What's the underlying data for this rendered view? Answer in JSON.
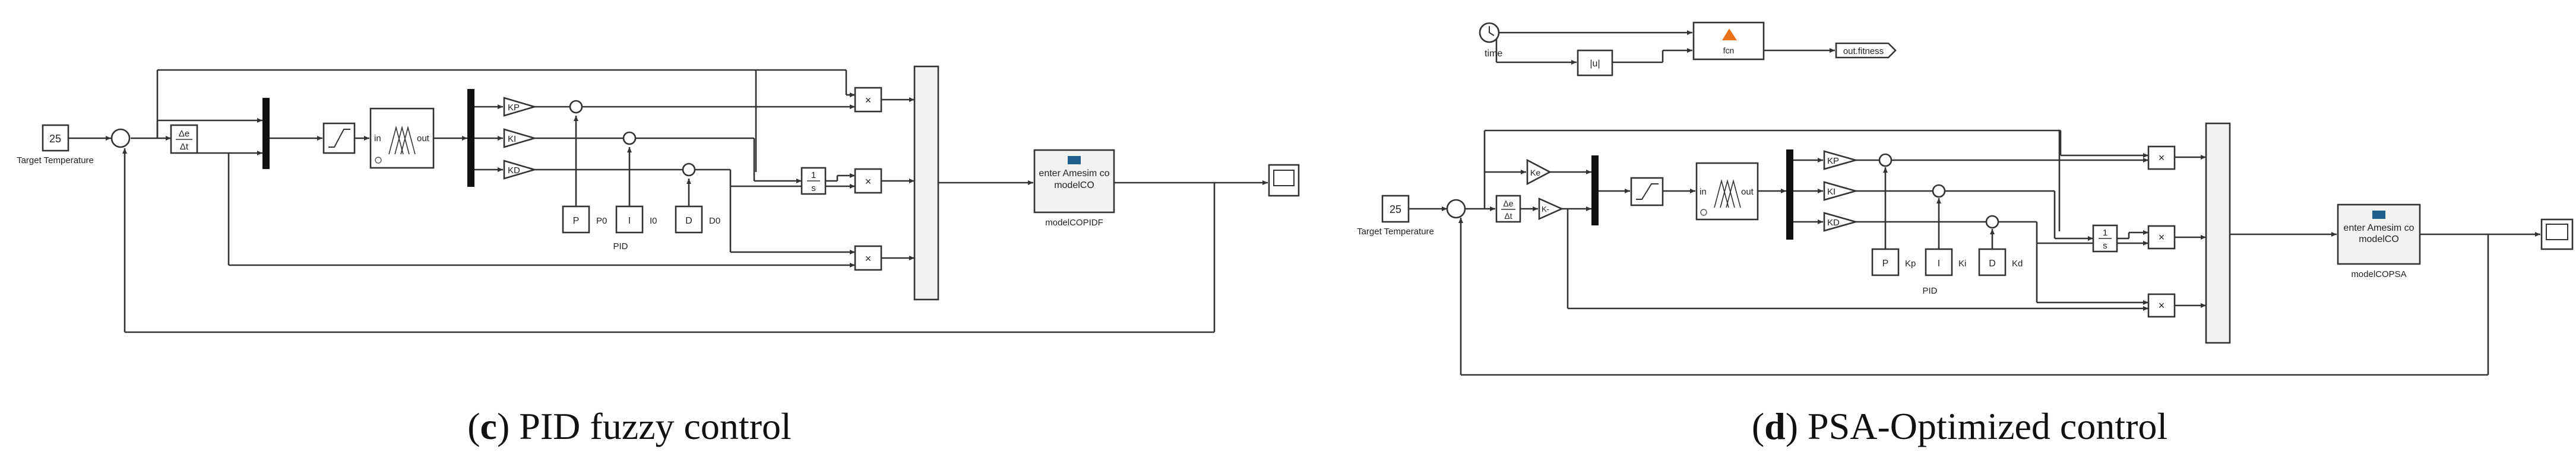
{
  "panel_c": {
    "caption_letter": "c",
    "caption_rest": " PID fuzzy control",
    "target_value": "25",
    "target_label": "Target Temperature",
    "deriv_top": "Δe",
    "deriv_bottom": "Δt",
    "fis_in": "in",
    "fis_out": "out",
    "gain_kp": "KP",
    "gain_ki": "KI",
    "gain_kd": "KD",
    "const_p": "P",
    "const_i": "I",
    "const_d": "D",
    "const_p0": "P0",
    "const_i0": "I0",
    "const_d0": "D0",
    "pid_label": "PID",
    "int_top": "1",
    "int_bottom": "s",
    "mult": "×",
    "amesim_line1": "enter Amesim co",
    "amesim_line2": "modelCO",
    "amesim_name": "modelCOPIDF"
  },
  "panel_d": {
    "caption_letter": "d",
    "caption_rest": " PSA-Optimized control",
    "clock_label": "time",
    "abs_label": "|u|",
    "fcn_label": "fcn",
    "fitness_label": "out.fitness",
    "target_value": "25",
    "target_label": "Target Temperature",
    "deriv_top": "Δe",
    "deriv_bottom": "Δt",
    "gain_ke": "Ke",
    "gain_k": "K-",
    "fis_in": "in",
    "fis_out": "out",
    "gain_kp": "KP",
    "gain_ki": "KI",
    "gain_kd": "KD",
    "const_p": "P",
    "const_i": "I",
    "const_d": "D",
    "const_kp": "Kp",
    "const_ki": "Ki",
    "const_kd": "Kd",
    "pid_label": "PID",
    "int_top": "1",
    "int_bottom": "s",
    "mult": "×",
    "amesim_line1": "enter Amesim co",
    "amesim_line2": "modelCO",
    "amesim_name": "modelCOPSA"
  },
  "colors": {
    "wire": "#333333",
    "block": "#ffffff",
    "matlab_icon": "#e8731a",
    "amesim_icon": "#1f5f8b"
  }
}
